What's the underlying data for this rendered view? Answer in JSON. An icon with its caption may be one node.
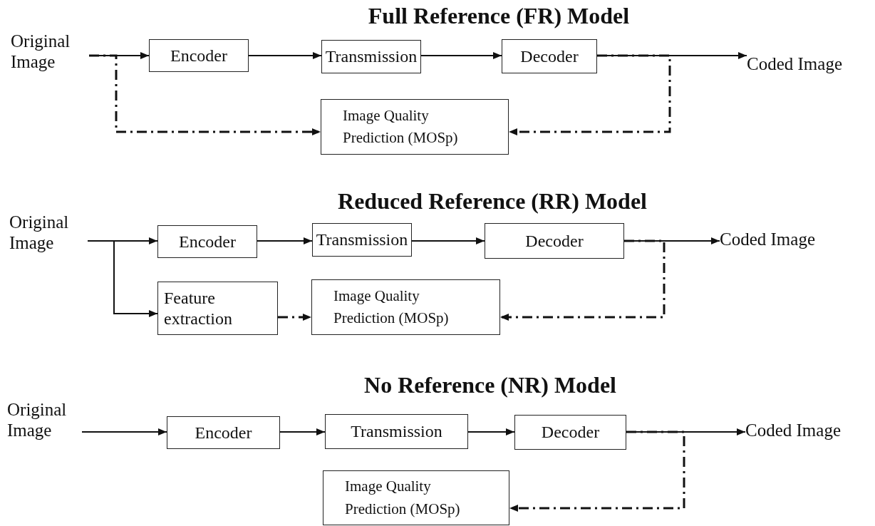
{
  "diagram": {
    "nodes": [
      {
        "text": [
          "Original Image"
        ]
      },
      {
        "text": [
          "Encoder"
        ]
      },
      {
        "text": [
          "Transmission"
        ]
      },
      {
        "text": [
          "Decoder"
        ]
      },
      {
        "text": [
          "Coded Image"
        ]
      },
      {
        "text": [
          "Image Quality Prediction (MOSp)"
        ]
      },
      {
        "text": [
          "Original Image"
        ]
      },
      {
        "text": [
          "Encoder"
        ]
      },
      {
        "text": [
          "Transmission"
        ]
      },
      {
        "text": [
          "Decoder"
        ]
      },
      {
        "text": [
          "Coded Image"
        ]
      },
      {
        "text": [
          "Feature extraction"
        ]
      },
      {
        "text": [
          "Image Quality Prediction (MOSp)"
        ]
      },
      {
        "text": [
          "Original Image"
        ]
      },
      {
        "text": [
          "Encoder"
        ]
      },
      {
        "text": [
          "Transmission"
        ]
      },
      {
        "text": [
          "Decoder"
        ]
      },
      {
        "text": [
          "Coded Image"
        ]
      },
      {
        "text": [
          "Image Quality Prediction (MOSp)"
        ]
      }
    ],
    "edges": [
      {
        "from": 0,
        "to": 1,
        "arrow": "to"
      },
      {
        "from": 1,
        "to": 2,
        "arrow": "to"
      },
      {
        "from": 2,
        "to": 3,
        "arrow": "to"
      },
      {
        "from": 3,
        "to": 4,
        "arrow": "to"
      },
      {
        "from": 0,
        "to": 5,
        "arrow": "to",
        "style": "dashed"
      },
      {
        "from": 3,
        "to": 5,
        "arrow": "to",
        "style": "dashed"
      },
      {
        "from": 6,
        "to": 7,
        "arrow": "to"
      },
      {
        "from": 7,
        "to": 8,
        "arrow": "to"
      },
      {
        "from": 8,
        "to": 9,
        "arrow": "to"
      },
      {
        "from": 9,
        "to": 10,
        "arrow": "to"
      },
      {
        "from": 6,
        "to": 11,
        "arrow": "to"
      },
      {
        "from": 11,
        "to": 12,
        "arrow": "to",
        "style": "dashed"
      },
      {
        "from": 9,
        "to": 12,
        "arrow": "to",
        "style": "dashed"
      },
      {
        "from": 13,
        "to": 14,
        "arrow": "to"
      },
      {
        "from": 14,
        "to": 15,
        "arrow": "to"
      },
      {
        "from": 15,
        "to": 16,
        "arrow": "to"
      },
      {
        "from": 16,
        "to": 17,
        "arrow": "to"
      },
      {
        "from": 16,
        "to": 18,
        "arrow": "to",
        "style": "dashed"
      }
    ],
    "labels": [
      "Full Reference (FR) Model",
      "Reduced Reference (RR) Model",
      "No Reference (NR) Model"
    ]
  }
}
